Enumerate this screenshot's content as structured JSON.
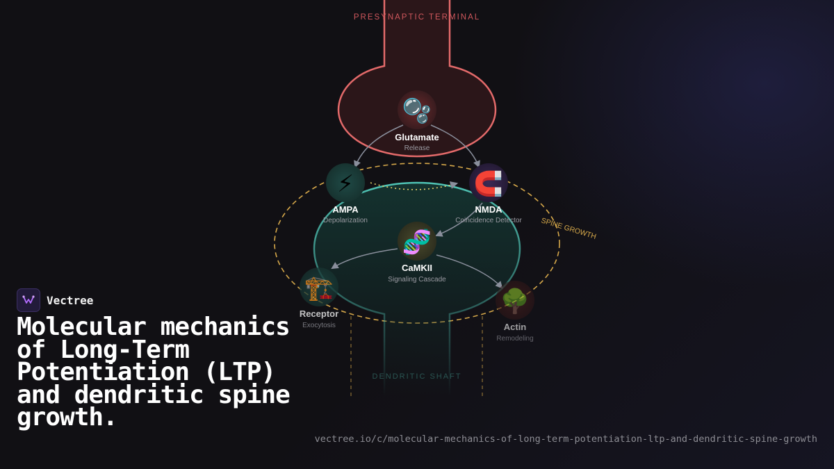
{
  "brand": {
    "name": "Vectree"
  },
  "headline": "Molecular mechanics of Long-Term Potentiation (LTP) and dendritic spine growth.",
  "url": "vectree.io/c/molecular-mechanics-of-long-term-potentiation-ltp-and-dendritic-spine-growth",
  "diagram": {
    "presynaptic_label": "PRESYNAPTIC TERMINAL",
    "spine_growth_label": "SPINE GROWTH",
    "dendritic_label": "DENDRITIC SHAFT",
    "nodes": {
      "glutamate": {
        "icon": "bubbles-icon",
        "emoji": "🫧",
        "title": "Glutamate",
        "subtitle": "Release"
      },
      "ampa": {
        "icon": "lightning-icon",
        "emoji": "⚡",
        "title": "AMPA",
        "subtitle": "Depolarization"
      },
      "nmda": {
        "icon": "magnet-icon",
        "emoji": "🧲",
        "title": "NMDA",
        "subtitle": "Coincidence Detector"
      },
      "camkii": {
        "icon": "dna-icon",
        "emoji": "🧬",
        "title": "CaMKII",
        "subtitle": "Signaling Cascade"
      },
      "receptor": {
        "icon": "crane-icon",
        "emoji": "🏗️",
        "title": "Receptor",
        "subtitle": "Exocytosis"
      },
      "actin": {
        "icon": "tree-icon",
        "emoji": "🌳",
        "title": "Actin",
        "subtitle": "Remodeling"
      }
    },
    "colors": {
      "presynaptic": "#e36a6a",
      "spine": "#4fc3b4",
      "growth": "#d6a84a",
      "arrow": "#8a8f9c"
    }
  }
}
